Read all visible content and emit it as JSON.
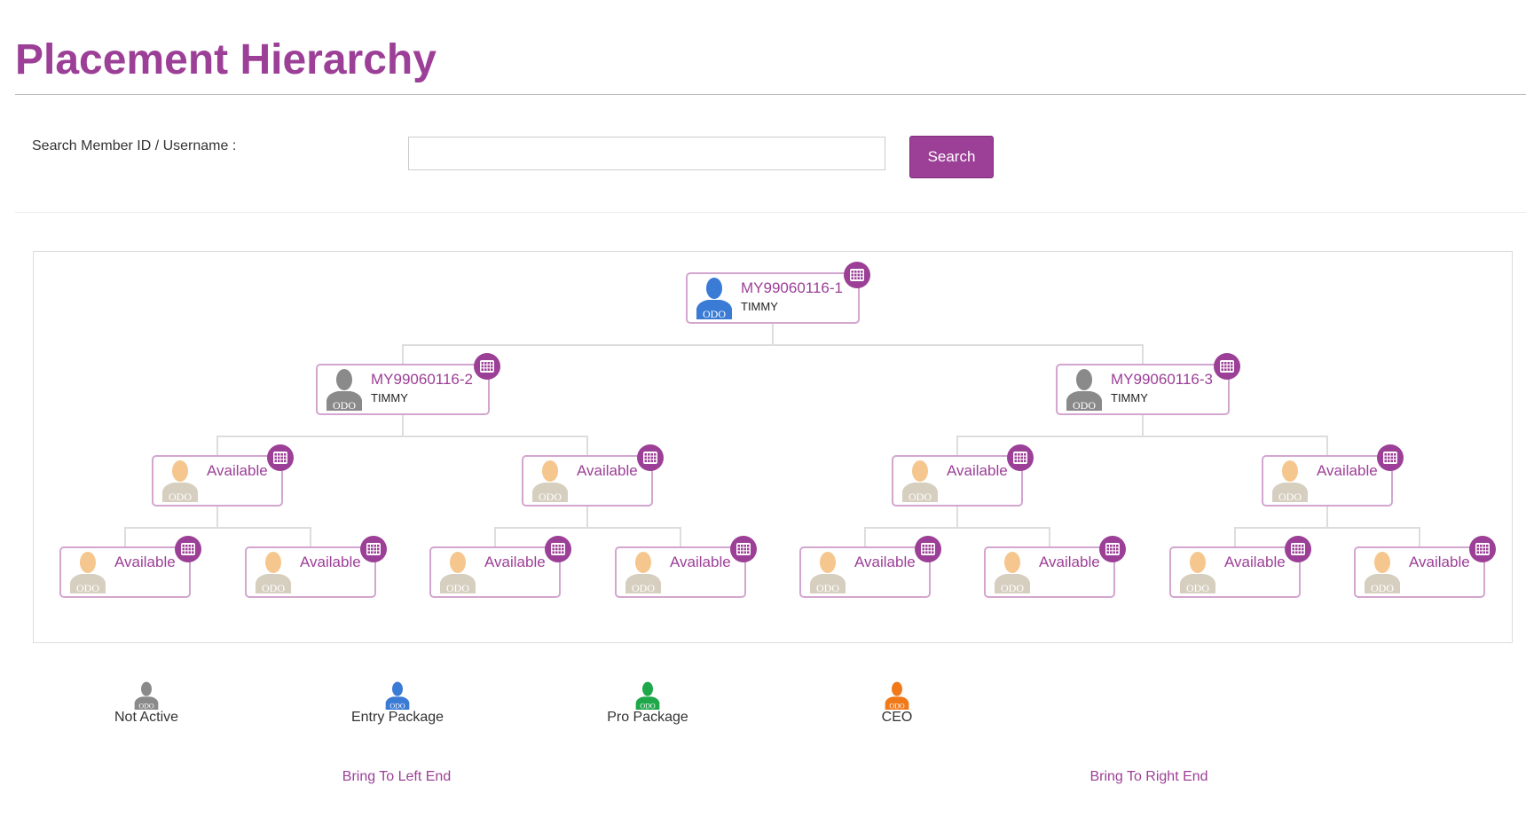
{
  "page": {
    "title": "Placement Hierarchy"
  },
  "search": {
    "label": "Search Member ID / Username :",
    "value": "",
    "placeholder": "",
    "button": "Search"
  },
  "colors": {
    "accent": "#9c3f97",
    "not_active": "#8a8a8a",
    "entry": "#3a7bd5",
    "pro": "#1fa84a",
    "ceo": "#f07a1a",
    "available": "#f5c78e"
  },
  "tree": {
    "levels": [
      [
        {
          "id": "MY99060116-1",
          "name": "TIMMY",
          "type": "entry"
        }
      ],
      [
        {
          "id": "MY99060116-2",
          "name": "TIMMY",
          "type": "not_active"
        },
        {
          "id": "MY99060116-3",
          "name": "TIMMY",
          "type": "not_active"
        }
      ],
      [
        {
          "id": "Available",
          "type": "available"
        },
        {
          "id": "Available",
          "type": "available"
        },
        {
          "id": "Available",
          "type": "available"
        },
        {
          "id": "Available",
          "type": "available"
        }
      ],
      [
        {
          "id": "Available",
          "type": "available"
        },
        {
          "id": "Available",
          "type": "available"
        },
        {
          "id": "Available",
          "type": "available"
        },
        {
          "id": "Available",
          "type": "available"
        },
        {
          "id": "Available",
          "type": "available"
        },
        {
          "id": "Available",
          "type": "available"
        },
        {
          "id": "Available",
          "type": "available"
        },
        {
          "id": "Available",
          "type": "available"
        }
      ]
    ]
  },
  "legend": [
    {
      "label": "Not Active",
      "type": "not_active"
    },
    {
      "label": "Entry Package",
      "type": "entry"
    },
    {
      "label": "Pro Package",
      "type": "pro"
    },
    {
      "label": "CEO",
      "type": "ceo"
    }
  ],
  "links": {
    "left": "Bring To Left End",
    "right": "Bring To Right End"
  }
}
